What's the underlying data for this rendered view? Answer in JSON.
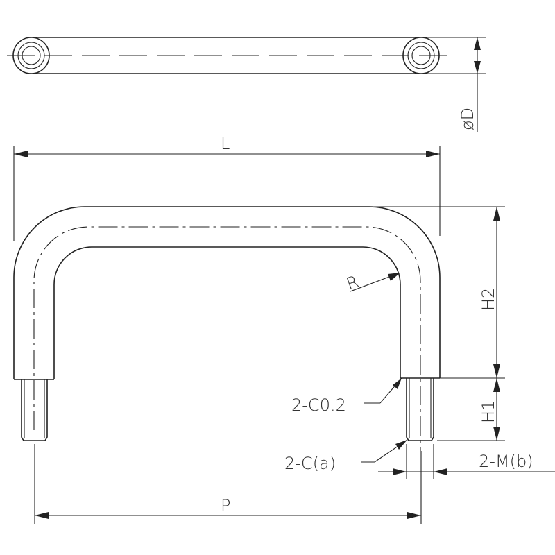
{
  "labels": {
    "diameter": "øD",
    "length": "L",
    "radius": "R",
    "height2": "H2",
    "height1": "H1",
    "pitch": "P",
    "chamfer_top": "2-C0.2",
    "chamfer_thread": "2-C(a)",
    "thread": "2-M(b)"
  }
}
